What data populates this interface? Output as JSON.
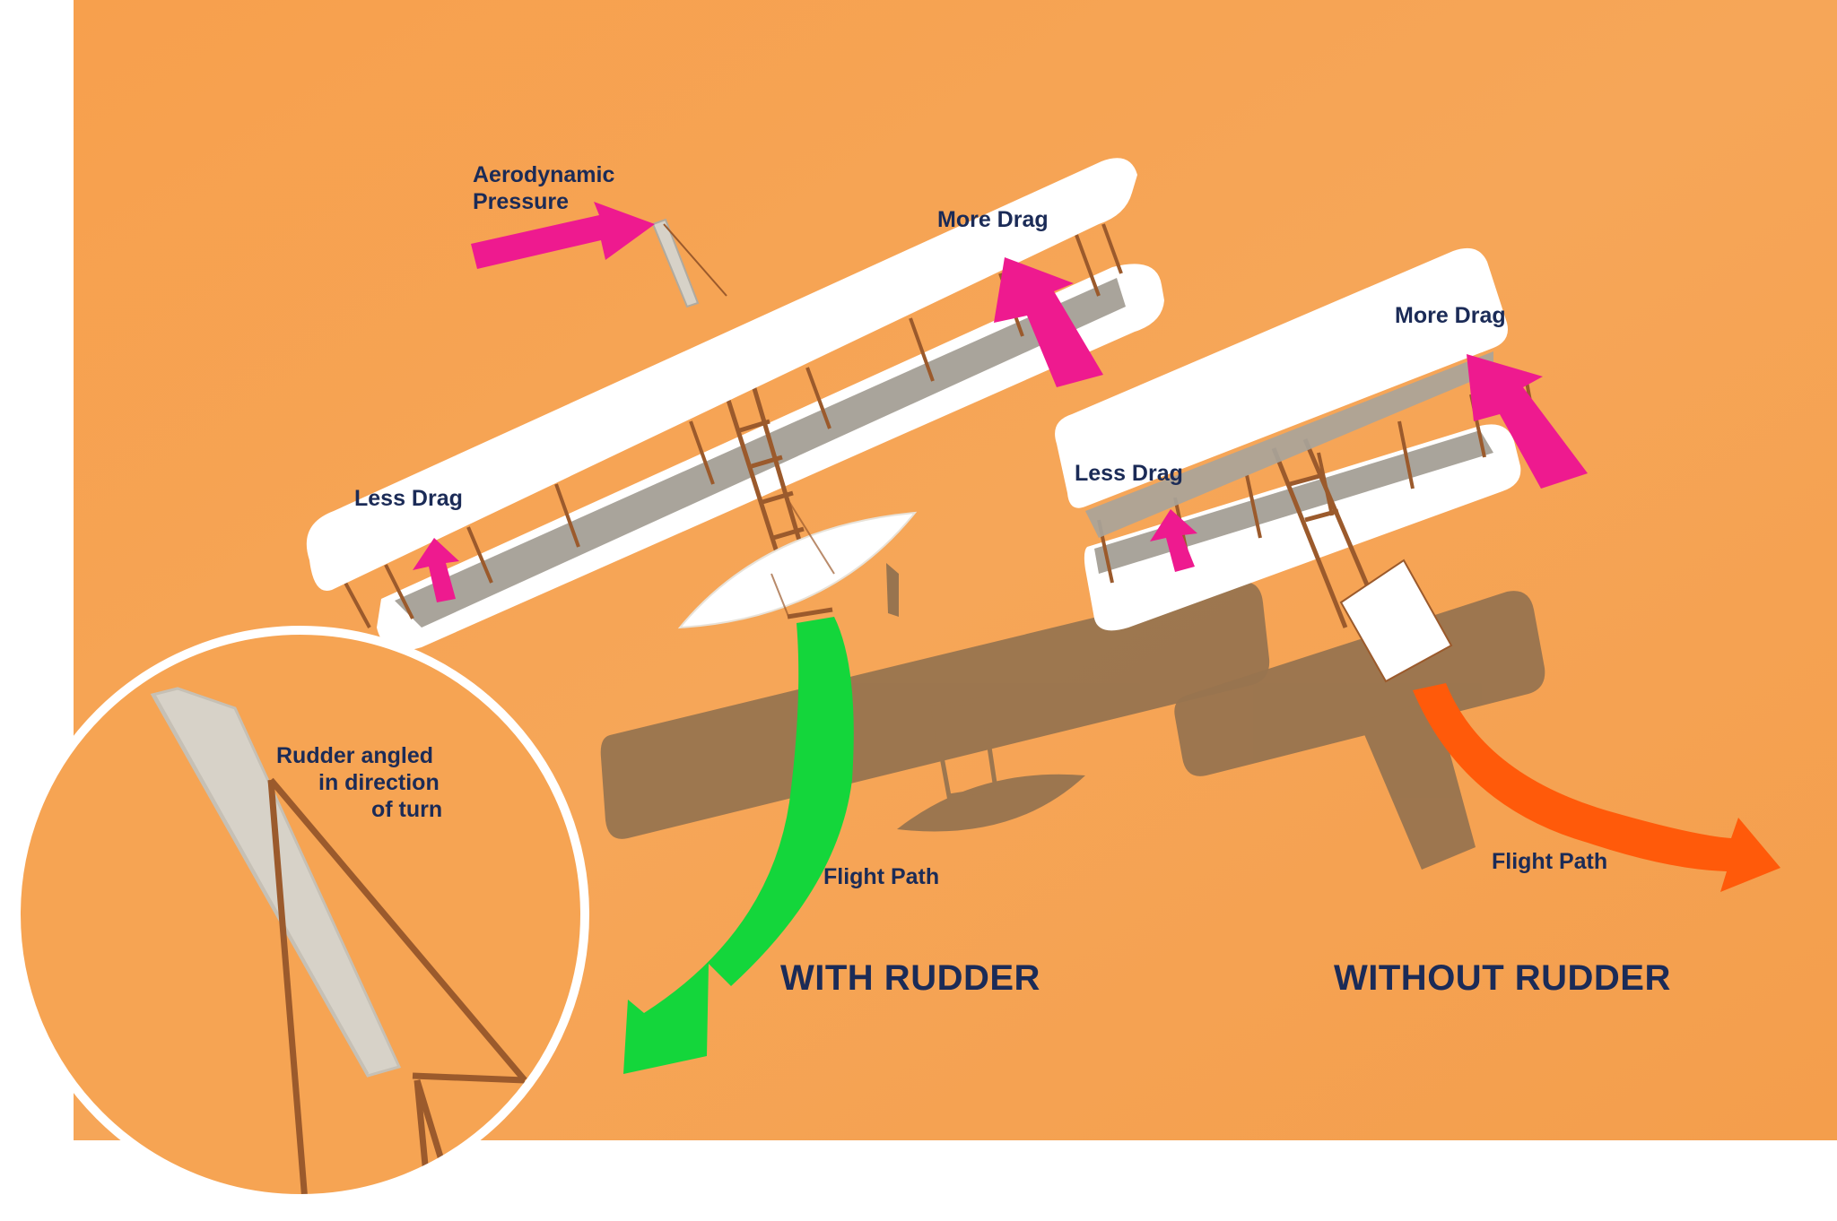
{
  "labels": {
    "aero_line1": "Aerodynamic",
    "aero_line2": "Pressure",
    "more_drag_left": "More Drag",
    "less_drag_left": "Less Drag",
    "more_drag_right": "More Drag",
    "less_drag_right": "Less Drag",
    "rudder_line1": "Rudder angled",
    "rudder_line2": "in direction",
    "rudder_line3": "of turn",
    "flight_path_left": "Flight Path",
    "flight_path_right": "Flight Path",
    "with_rudder": "WITH RUDDER",
    "without_rudder": "WITHOUT RUDDER"
  },
  "colors": {
    "background": "#f6a453",
    "wing": "#ffffff",
    "wing_underside": "#a9a49b",
    "shadow": "#98744f",
    "strut": "#9b5a2c",
    "drag_arrow": "#ee1a8f",
    "with_rudder_path": "#14d63b",
    "without_rudder_path": "#ff5a0a",
    "text": "#1b2b57"
  }
}
